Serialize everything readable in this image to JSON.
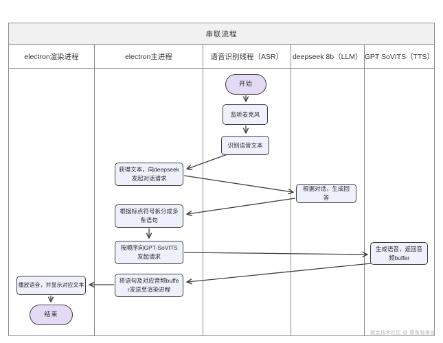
{
  "title": "串联流程",
  "lanes": [
    {
      "label": "electron渲染进程"
    },
    {
      "label": "electron主进程"
    },
    {
      "label": "语音识别线程（ASR）"
    },
    {
      "label": "deepseek 8b（LLM）"
    },
    {
      "label": "GPT SoVITS（TTS）"
    }
  ],
  "nodes": {
    "start": {
      "label": "开始",
      "shape": "pill",
      "lane": "语音识别线程（ASR）"
    },
    "listen_mic": {
      "label": "监听麦克风",
      "shape": "process",
      "lane": "语音识别线程（ASR）"
    },
    "recognize_text": {
      "label": "识别语音文本",
      "shape": "process",
      "lane": "语音识别线程（ASR）"
    },
    "get_text_request": {
      "label": "获得文本，向deepseek发起对话请求",
      "shape": "process",
      "lane": "electron主进程"
    },
    "generate_answer": {
      "label": "根据对话，生成回答",
      "shape": "process",
      "lane": "deepseek 8b（LLM）"
    },
    "split_sentences": {
      "label": "根据标点符号拆分成多条语句",
      "shape": "process",
      "lane": "electron主进程"
    },
    "request_sovits": {
      "label": "按顺序向GPT-SoVITS发起请求",
      "shape": "process",
      "lane": "electron主进程"
    },
    "generate_audio": {
      "label": "生成语音，返回音频buffer",
      "shape": "process",
      "lane": "GPT SoVITS（TTS）"
    },
    "send_to_renderer": {
      "label": "将语句及对应音频buffer发送至渲染进程",
      "shape": "process",
      "lane": "electron主进程"
    },
    "play_audio": {
      "label": "播放语音，并显示对应文本",
      "shape": "process",
      "lane": "electron渲染进程"
    },
    "end": {
      "label": "结束",
      "shape": "pill",
      "lane": "electron渲染进程"
    }
  },
  "edges": [
    {
      "from": "start",
      "to": "listen_mic"
    },
    {
      "from": "listen_mic",
      "to": "recognize_text"
    },
    {
      "from": "recognize_text",
      "to": "get_text_request"
    },
    {
      "from": "get_text_request",
      "to": "generate_answer"
    },
    {
      "from": "generate_answer",
      "to": "split_sentences"
    },
    {
      "from": "split_sentences",
      "to": "request_sovits"
    },
    {
      "from": "request_sovits",
      "to": "generate_audio"
    },
    {
      "from": "generate_audio",
      "to": "send_to_renderer"
    },
    {
      "from": "send_to_renderer",
      "to": "play_audio"
    },
    {
      "from": "play_audio",
      "to": "end"
    }
  ],
  "watermark": "掘金技术社区 @ 摸鱼独角兽",
  "colors": {
    "pill_fill": "#e3dbf6",
    "process_fill": "#eef0fb",
    "node_border": "#3f3f3f",
    "lane_line": "#8a8a8a",
    "title_bg": "#f1f1f1",
    "text": "#2b2b2b",
    "watermark": "#b5b5b5"
  }
}
